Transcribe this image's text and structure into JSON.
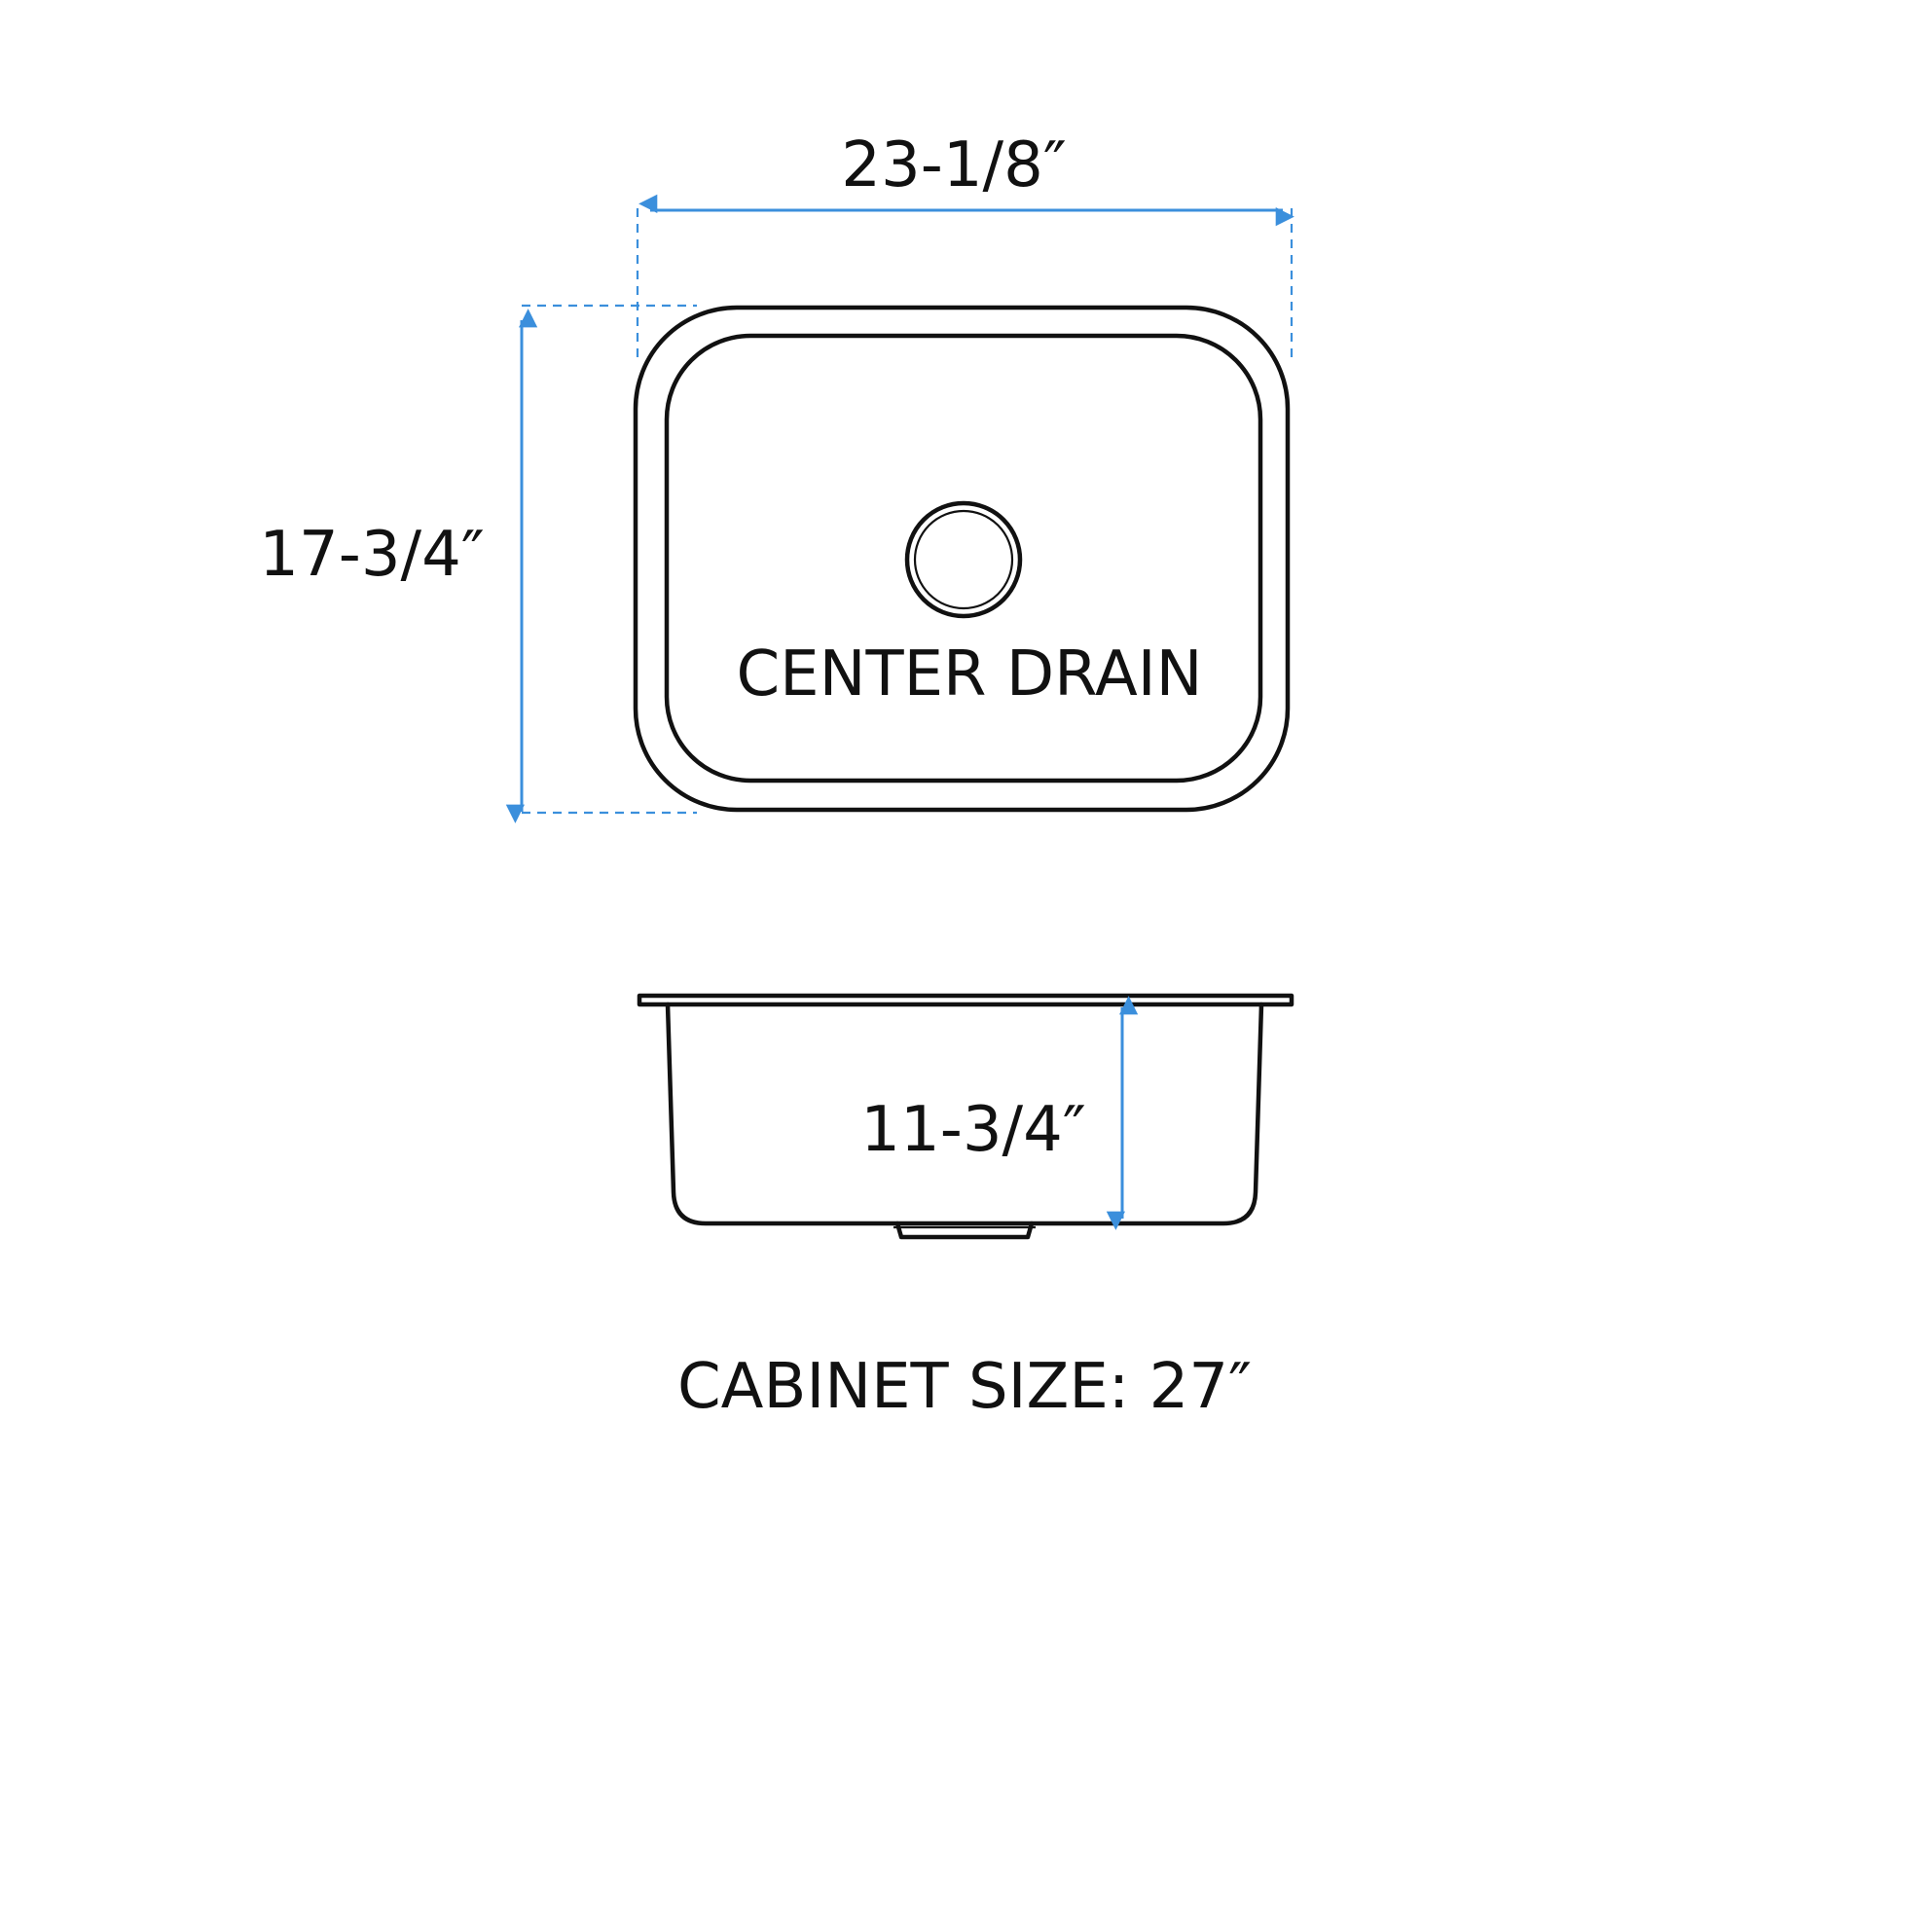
{
  "colors": {
    "line": "#111111",
    "dimension": "#3b8fdc",
    "background": "#ffffff"
  },
  "top_view": {
    "width_label": "23-1/8″",
    "depth_label": "17-3/4″",
    "drain_label": "CENTER DRAIN"
  },
  "side_view": {
    "height_label": "11-3/4″"
  },
  "cabinet_size_label": "CABINET SIZE: 27″"
}
